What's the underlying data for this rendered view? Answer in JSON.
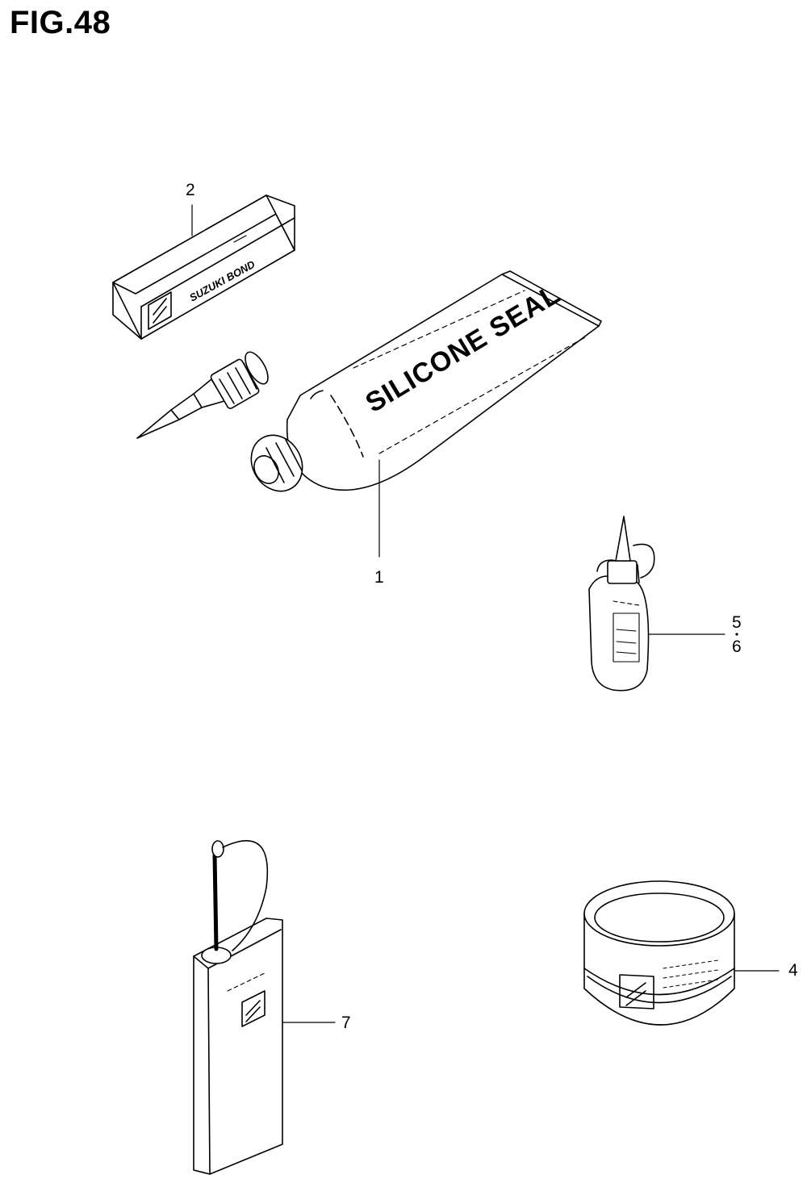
{
  "figure_title": "FIG.48",
  "parts": [
    {
      "number": "1",
      "name": "silicone-seal-tube",
      "label_text": "SILICONE SEAL"
    },
    {
      "number": "2",
      "name": "suzuki-bond-tube-box",
      "label_text": "SUZUKI BOND"
    },
    {
      "number": "4",
      "name": "grease-can"
    },
    {
      "number": "5",
      "name": "thread-lock-bottle"
    },
    {
      "number": "6",
      "name": "thread-lock-bottle-alt"
    },
    {
      "number": "7",
      "name": "oil-can"
    }
  ]
}
